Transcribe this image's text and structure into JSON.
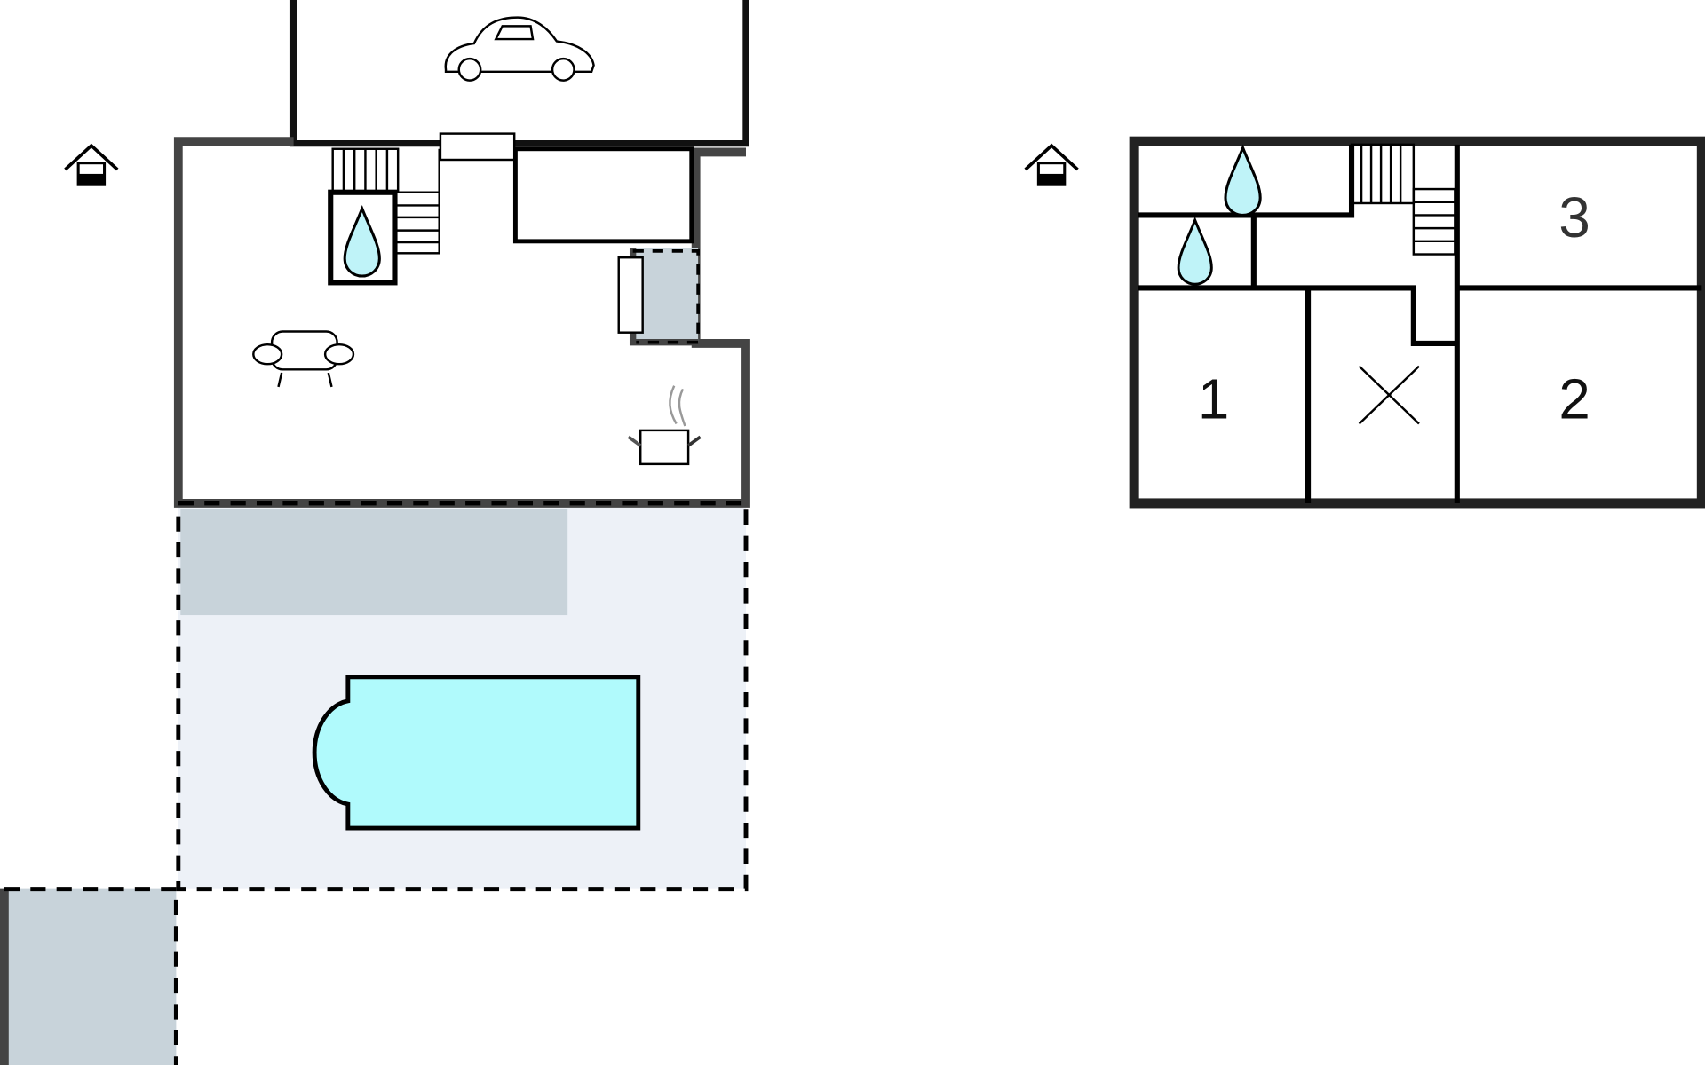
{
  "floorplan": {
    "ground_floor": {
      "rooms": [
        "garage",
        "living",
        "kitchen",
        "bathroom",
        "storage",
        "terrace",
        "pool"
      ]
    },
    "upper_floor": {
      "bedroom_labels": [
        "1",
        "2",
        "3"
      ]
    },
    "colors": {
      "wall": "#111111",
      "outer_wall": "#444444",
      "water": "#bff3f8",
      "pool": "#b0fafc",
      "terrace": "#edf1f7",
      "covered": "#c8d3da"
    }
  }
}
